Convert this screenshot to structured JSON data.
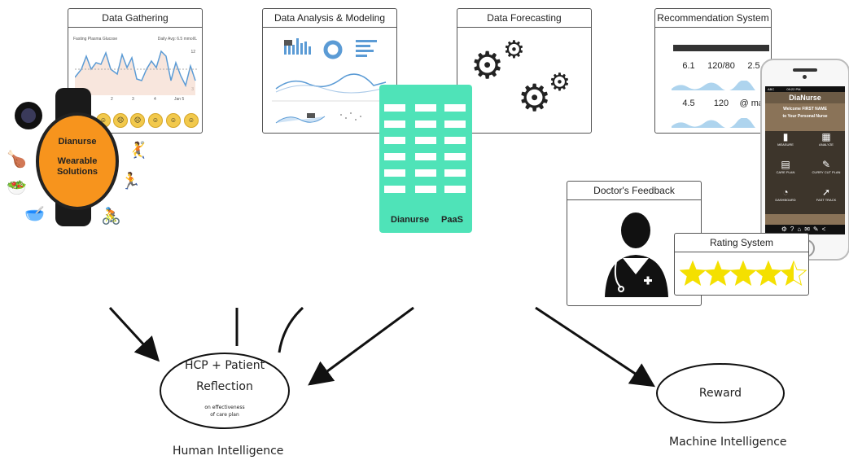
{
  "panels": {
    "data_gathering": {
      "title": "Data Gathering",
      "chart_title": "Fasting Plasma Glucose",
      "chart_subtitle": "Daily Avg: 6.5 mmol/L",
      "y_top": "12",
      "y_bottom": "3",
      "x_ticks": [
        "2",
        "3",
        "4",
        "Jan 5"
      ]
    },
    "data_analysis": {
      "title": "Data Analysis & Modeling"
    },
    "data_forecasting": {
      "title": "Data Forecasting"
    },
    "recommendation": {
      "title": "Recommendation System",
      "stats": [
        "6.1",
        "120/80",
        "2.5",
        "4.5",
        "120",
        "@ max"
      ]
    },
    "doctor_feedback": {
      "title": "Doctor's Feedback"
    },
    "rating": {
      "title": "Rating System",
      "stars": 4.5,
      "max_stars": 5
    }
  },
  "watch": {
    "line1": "Dianurse",
    "line2": "Wearable",
    "line3": "Solutions"
  },
  "paas": {
    "left": "Dianurse",
    "right": "PaaS"
  },
  "phone": {
    "carrier": "ABC",
    "time": "09:22 PM",
    "app_name": "DiaNurse",
    "welcome1": "Welcome FIRST NAME",
    "welcome2": "to Your Personal Nurse",
    "tiles": [
      "MEASURE",
      "ANALYZE",
      "CARE PLAN",
      "CURRY CUT PLAN",
      "DASHBOARD",
      "FAST TRACK"
    ]
  },
  "nodes": {
    "hcp_title1": "HCP + Patient",
    "hcp_title2": "Reflection",
    "hcp_sub1": "on effectiveness",
    "hcp_sub2": "of care plan",
    "reward": "Reward"
  },
  "labels": {
    "human": "Human Intelligence",
    "machine": "Machine Intelligence"
  },
  "colors": {
    "paas_green": "#4fe3b8",
    "watch_orange": "#f7941d",
    "star_yellow": "#f4e000",
    "chart_blue": "#5b9bd5"
  }
}
